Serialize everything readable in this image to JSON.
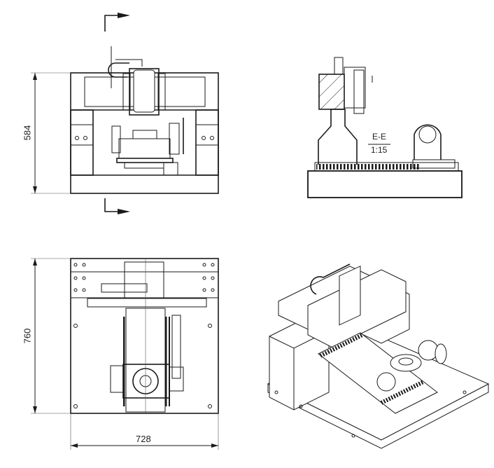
{
  "drawing": {
    "front_view": {
      "height_dimension": "584"
    },
    "section_view": {
      "section_label": "E-E",
      "scale": "1:15"
    },
    "top_view": {
      "height_dimension": "760",
      "width_dimension": "728"
    }
  },
  "colors": {
    "line": "#1a1a1a",
    "background": "#ffffff"
  }
}
